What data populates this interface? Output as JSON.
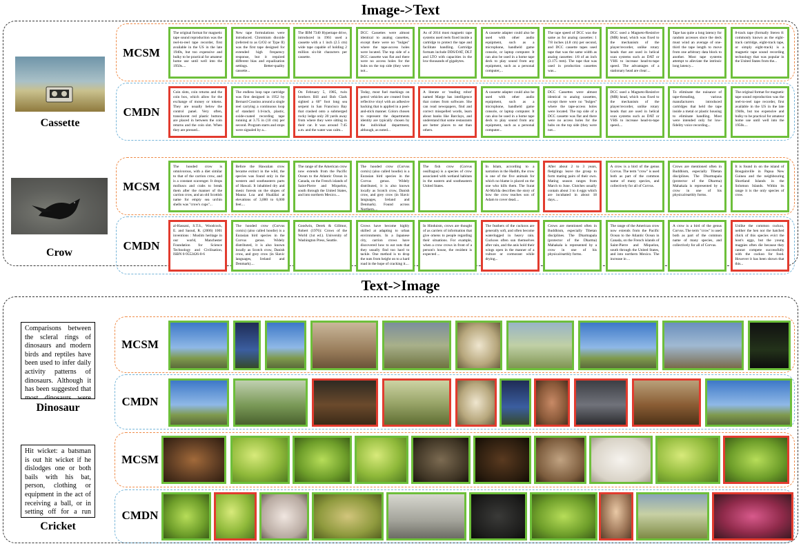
{
  "sections": {
    "image_to_text": "Image->Text",
    "text_to_image": "Text->Image"
  },
  "methods": {
    "mcsm": "MCSM",
    "cmdn": "CMDN"
  },
  "queries": {
    "cassette": "Cassette",
    "crow": "Crow",
    "dinosaur": "Dinosaur",
    "cricket": "Cricket"
  },
  "query_texts": {
    "dinosaur": "Comparisons between the scleral rings of dinosaurs and modern birds and reptiles have been used to infer daily activity patterns of dinosaurs. Although it has been suggested that most dinosaurs were active during the day...",
    "cricket": "Hit wicket: a batsman is out hit wicket if he dislodges one or both bails with his bat, person, clothing or equipment in the act of receiving a ball, or in setting off for a run having just received a ball."
  },
  "retrievals": {
    "cassette_mcsm": [
      {
        "ok": true,
        "text": "The original format for magnetic tape sound reproduction was the reel-to-reel tape recorder, first available in the US in the late 1940s, but too expensive and bulky to be practical for amateur home use until well into the 1950s...."
      },
      {
        "ok": true,
        "text": "New tape formulations were introduced. Chromium dioxide (referred to as CrO2 or Type II) was the first tape designed for extended high frequency response, but it required different bias and equalization settings. Better-quality cassette..."
      },
      {
        "ok": true,
        "text": "The IBM 7340 Hypertape drive, introduced in 1961 used a cassette with a 1 inch (2.5 cm) wide tape capable of holding 2 million six-bit characters per cassette."
      },
      {
        "ok": true,
        "text": "DCC Cassettes were almost identical to analog cassettes, except there were no \"bulges\" where the tape-access holes were located. The top side of a DCC cassette was flat and there were no access holes for the hubs on the top side (they were not..."
      },
      {
        "ok": true,
        "text": "As of 2014 most magnetic tape systems used reels fixed inside a cartridge to protect the tape and facilitate handling. Cartridge formats include DDS/DAT, DLT and LTO with capacities in the low thousands of gigabytes."
      },
      {
        "ok": true,
        "text": "A cassette adapter could also be used with other audio equipment, such as a microphone, handheld game console, or laptop computer. It can also be used in a home tape deck to play sound from any equipment, such as a personal computer,..."
      },
      {
        "ok": true,
        "text": "The tape speed of DCC was the same as for analog cassettes: 1 7/8 inches (4.8 cm) per second, and DCC cassette tapes used tape that was the same width as analog cassettes: 1/8 of an inch (3.175 mm). The tape that was used in production cassettes was..."
      },
      {
        "ok": true,
        "text": "DCC used a Magneto-Resistive (MR) head, which was fixed to the mechanism of the player/recorder, unlike rotary heads that are used in helical scan systems such as DAT or VHS to increase head-to-tape speed. The advantages of a stationary head are clear:..."
      },
      {
        "ok": true,
        "text": "Tape has quite a long latency for random accesses since the deck must wind an average of one-third the tape length to move from one arbitrary data block to another. Most tape systems attempt to alleviate the intrinsic long latency..."
      },
      {
        "ok": true,
        "text": "8-track tape (formally Stereo 8: commonly known as the eight-track cartridge, eight-track tape, or simply eight-track) is a magnetic tape sound recording technology that was popular in the United States from the..."
      }
    ],
    "cassette_cmdn": [
      {
        "ok": false,
        "text": "Coin slots, coin returns and the coin box, which allow for the exchange of money or tokens. They are usually below the control panel. Very often, translucent red plastic buttons are placed in between the coin returns and the coin slot. When they are pressed..."
      },
      {
        "ok": true,
        "text": "The endless loop tape cartridge was first designed in 1952 by Bernard Cousino around a single reel carrying a continuous loop of standard 1/4-inch, plastic, oxide-coated recording tape running at 3.75 in (10 cm) per second. Program starts and stops were signaled by a..."
      },
      {
        "ok": false,
        "text": "On February 5, 1985, twin brothers Bill and Bob Clark sighted a 60° foot long sea serpent in San Francisco Bay that crashed onto a submerged rocky ledge only 20 yards away from where they were sitting in their car. It was around 7:45 a.m. and the water was calm..."
      },
      {
        "ok": false,
        "text": "Today, most fuel markings on petrol vehicles are created from reflective vinyl with an adhesive backing that is applied in a peel-and-stick manner. Colors chosen to represent the departments identity are typically chosen by the individual department, although, as noted..."
      },
      {
        "ok": false,
        "text": "A literate or 'reading robot' named Marge has intelligence that comes from software. She can read newspapers, find and correct misspelled words, learn about banks like Barclays, and understand that some restaurants are better places to eat than others."
      },
      {
        "ok": true,
        "text": "A cassette adapter could also be used with other audio equipment, such as a microphone, handheld game console, or laptop computer. It can also be used in a home tape deck to play sound from any equipment, such as a personal computer..."
      },
      {
        "ok": true,
        "text": "DCC Cassettes were almost identical to analog cassettes, except there were no \"bulges\" where the tape-access holes were located. The top side of a DCC cassette was flat and there were no access holes for the hubs on the top side (they were not..."
      },
      {
        "ok": true,
        "text": "DCC used a Magneto-Resistive (MR) head, which was fixed to the mechanism of the player/recorder, unlike rotary heads that are used in helical scan systems such as DAT or VHS to increase head-to-tape speed...."
      },
      {
        "ok": true,
        "text": "To eliminate the nuisance of tape-threading, various manufacturers introduced cartridges that held the tape inside a metal or plastic housing to eliminate handling. Most were intended only for low-fidelity voice recording..."
      },
      {
        "ok": true,
        "text": "The original format for magnetic tape sound reproduction was the reel-to-reel tape recorder, first available in the US in the late 1940s, but too expensive and bulky to be practical for amateur home use until well into the 1950s...."
      }
    ],
    "crow_mcsm": [
      {
        "ok": true,
        "text": "The hooded crow is omnivorous, with a diet similar to that of the carrion crow, and is a constant scavenger. It drops molluscs and crabs to break them after the manner of the carrion crow, and an old Scottish name for empty sea urchin shells was \"crow's cups\"..."
      },
      {
        "ok": true,
        "text": "Before the Hawaiian crow became extinct in the wild, the species was found only in the western and southeastern parts of Hawaii. It inhabited dry and mesic forests on the slopes of Mauna Loa and Hualālai at elevations of 3,000 to 6,000 feet...."
      },
      {
        "ok": true,
        "text": "The range of the American crow now extends from the Pacific Ocean to the Atlantic Ocean in Canada, on the French islands of Saint-Pierre and Miquelon, south through the United States, and into northern Mexico...."
      },
      {
        "ok": true,
        "text": "The hooded crow (Corvus cornix) (also called hoodie) is a Eurasian bird species in the Corvus genus. Widely distributed, it is also known locally as Scotch crow, Danish crow, and grey crow (in Slavic languages, Ireland and Denmark). Found across Northern...."
      },
      {
        "ok": true,
        "text": "The fish crow (Corvus ossifragus) is a species of crow associated with wetland habitats in the eastern and southeastern United States."
      },
      {
        "ok": true,
        "text": "In Islam, according to a narration in the Hadith, the crow is one of the five animals for which no blame is placed on the one who kills them. The Surat Al-Ma'ida describes the story of how the crow teaches son of Adam to cover dead...."
      },
      {
        "ok": false,
        "text": "After about 2 to 3 years, fledglings leave the group to form mating pairs of their own. Mating season ranges from March to June. Clutches usually contain about 3 to 4 eggs which are incubated in about 18 days...."
      },
      {
        "ok": true,
        "text": "A crow is a bird of the genus Corvus. The term \"crow\" is used both as part of the common name of many species, and collectively for all of Corvus."
      },
      {
        "ok": true,
        "text": "Crows are mentioned often in Buddhism, especially Tibetan disciplines. The Dharmapala (protector of the Dharma) Mahakala is represented by a crow in one of his physical/earthly forms."
      },
      {
        "ok": true,
        "text": "It is found in on the island of Bougainville in Papua New Guinea and the neighbouring Shortland Islands in the Solomon Islands. Within its range it is the only species of crow."
      }
    ],
    "crow_cmdn": [
      {
        "ok": false,
        "text": "al-Hassani, S.T.S., Woodcock, E. and Saoud, R. (2006) 1001 inventions : Muslim heritage in our world, Manchester Foundation for Science Technology and Civilisation, ISBN 0-9552426-0-6"
      },
      {
        "ok": true,
        "text": "The hooded crow (Corvus cornix) (also called hoodie) is a Eurasian bird species in the Corvus genus. Widely distributed, it is also known locally as Scotch crow, Danish crow, and grey crow (in Slavic languages, Ireland and Denmark)...."
      },
      {
        "ok": true,
        "text": "Goodwin, Derek & Gillmor, Robert (1976): Crows of the World (1st ed.). University of Washington Press, Seattle."
      },
      {
        "ok": true,
        "text": "Crows have become highly skilled at adapting to urban environments. In a Japanese city, carrion crows have discovered how to eat nuts that they usually find too hard to tackle. One method is to drop the nuts from height on to a hard road in the hope of cracking it...."
      },
      {
        "ok": true,
        "text": "In Hinduism, crows are thought of as carriers of information that give omens to people regarding their situations. For example, when a crow crows in front of a person's house, the resident is expected ..."
      },
      {
        "ok": false,
        "text": "The feathers of the cuckoos are generally soft, and often become waterlogged in heavy rain. Cuckoos often sun themselves after rain, and the anis hold their wings open in the manner of a vulture or cormorant while drying..."
      },
      {
        "ok": true,
        "text": "Crows are mentioned often in Buddhism, especially Tibetan disciplines. The Dharmapala (protector of the Dharma) Mahakala is represented by a crow in one of his physical/earthly forms."
      },
      {
        "ok": true,
        "text": "The range of the American crow now extends from the Pacific Ocean to the Atlantic Ocean in Canada, on the French islands of Saint-Pierre and Miquelon, south through the United States, and into northern Mexico. The increase in ..."
      },
      {
        "ok": true,
        "text": "A crow is a bird of the genus Corvus. The term \"crow\" is used both as part of the common name of many species, and collectively for all of Corvus."
      },
      {
        "ok": false,
        "text": "Unlike the common cuckoo, neither the hen nor the hatched chick of this species evict the host's eggs, but the young magpies often die because they cannot compete successfully with the cuckoo for food. However it has been shown that this..."
      }
    ]
  },
  "palette": {
    "correct": "#6dbf3a",
    "wrong": "#e23b2e",
    "mcsm_border": "#ef8a46",
    "cmdn_border": "#74b4d8"
  }
}
